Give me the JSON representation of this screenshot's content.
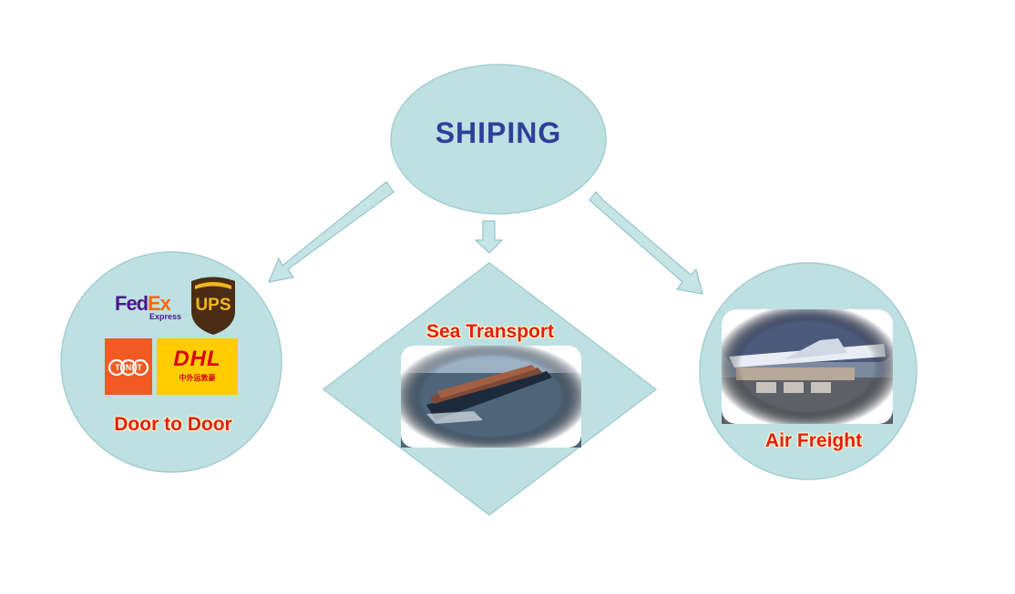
{
  "title": "SHIPING",
  "colors": {
    "node_fill": "#bde1e2",
    "node_stroke": "#a6cdd1",
    "arrow_fill": "#c6e4e5",
    "arrow_stroke": "#94c4c9",
    "title_text": "#2e3f9a",
    "label_text": "#e41e14",
    "label_glow": "#fff2a8",
    "fedex_purple": "#4d148c",
    "fedex_orange": "#ff6600",
    "ups_brown": "#4a2d14",
    "ups_gold": "#f5b61c",
    "tnt_orange": "#f15a22",
    "dhl_yellow": "#ffcc00",
    "dhl_red": "#d40511"
  },
  "nodes": {
    "door": {
      "label": "Door to Door",
      "logos": {
        "fedex": {
          "fed": "Fed",
          "ex": "Ex",
          "sub": "Express"
        },
        "ups": "UPS",
        "tnt": "TNT",
        "dhl": {
          "text": "DHL",
          "sub": "中外运敦豪"
        }
      }
    },
    "sea": {
      "label": "Sea Transport",
      "image": "container-ship-photo"
    },
    "air": {
      "label": "Air Freight",
      "image": "cargo-plane-photo"
    }
  }
}
